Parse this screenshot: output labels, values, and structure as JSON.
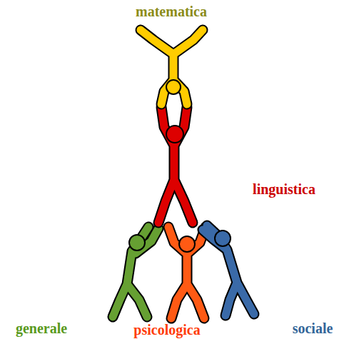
{
  "diagram": {
    "labels": [
      "matematica",
      "linguistica",
      "generale",
      "psicologica",
      "sociale"
    ]
  }
}
